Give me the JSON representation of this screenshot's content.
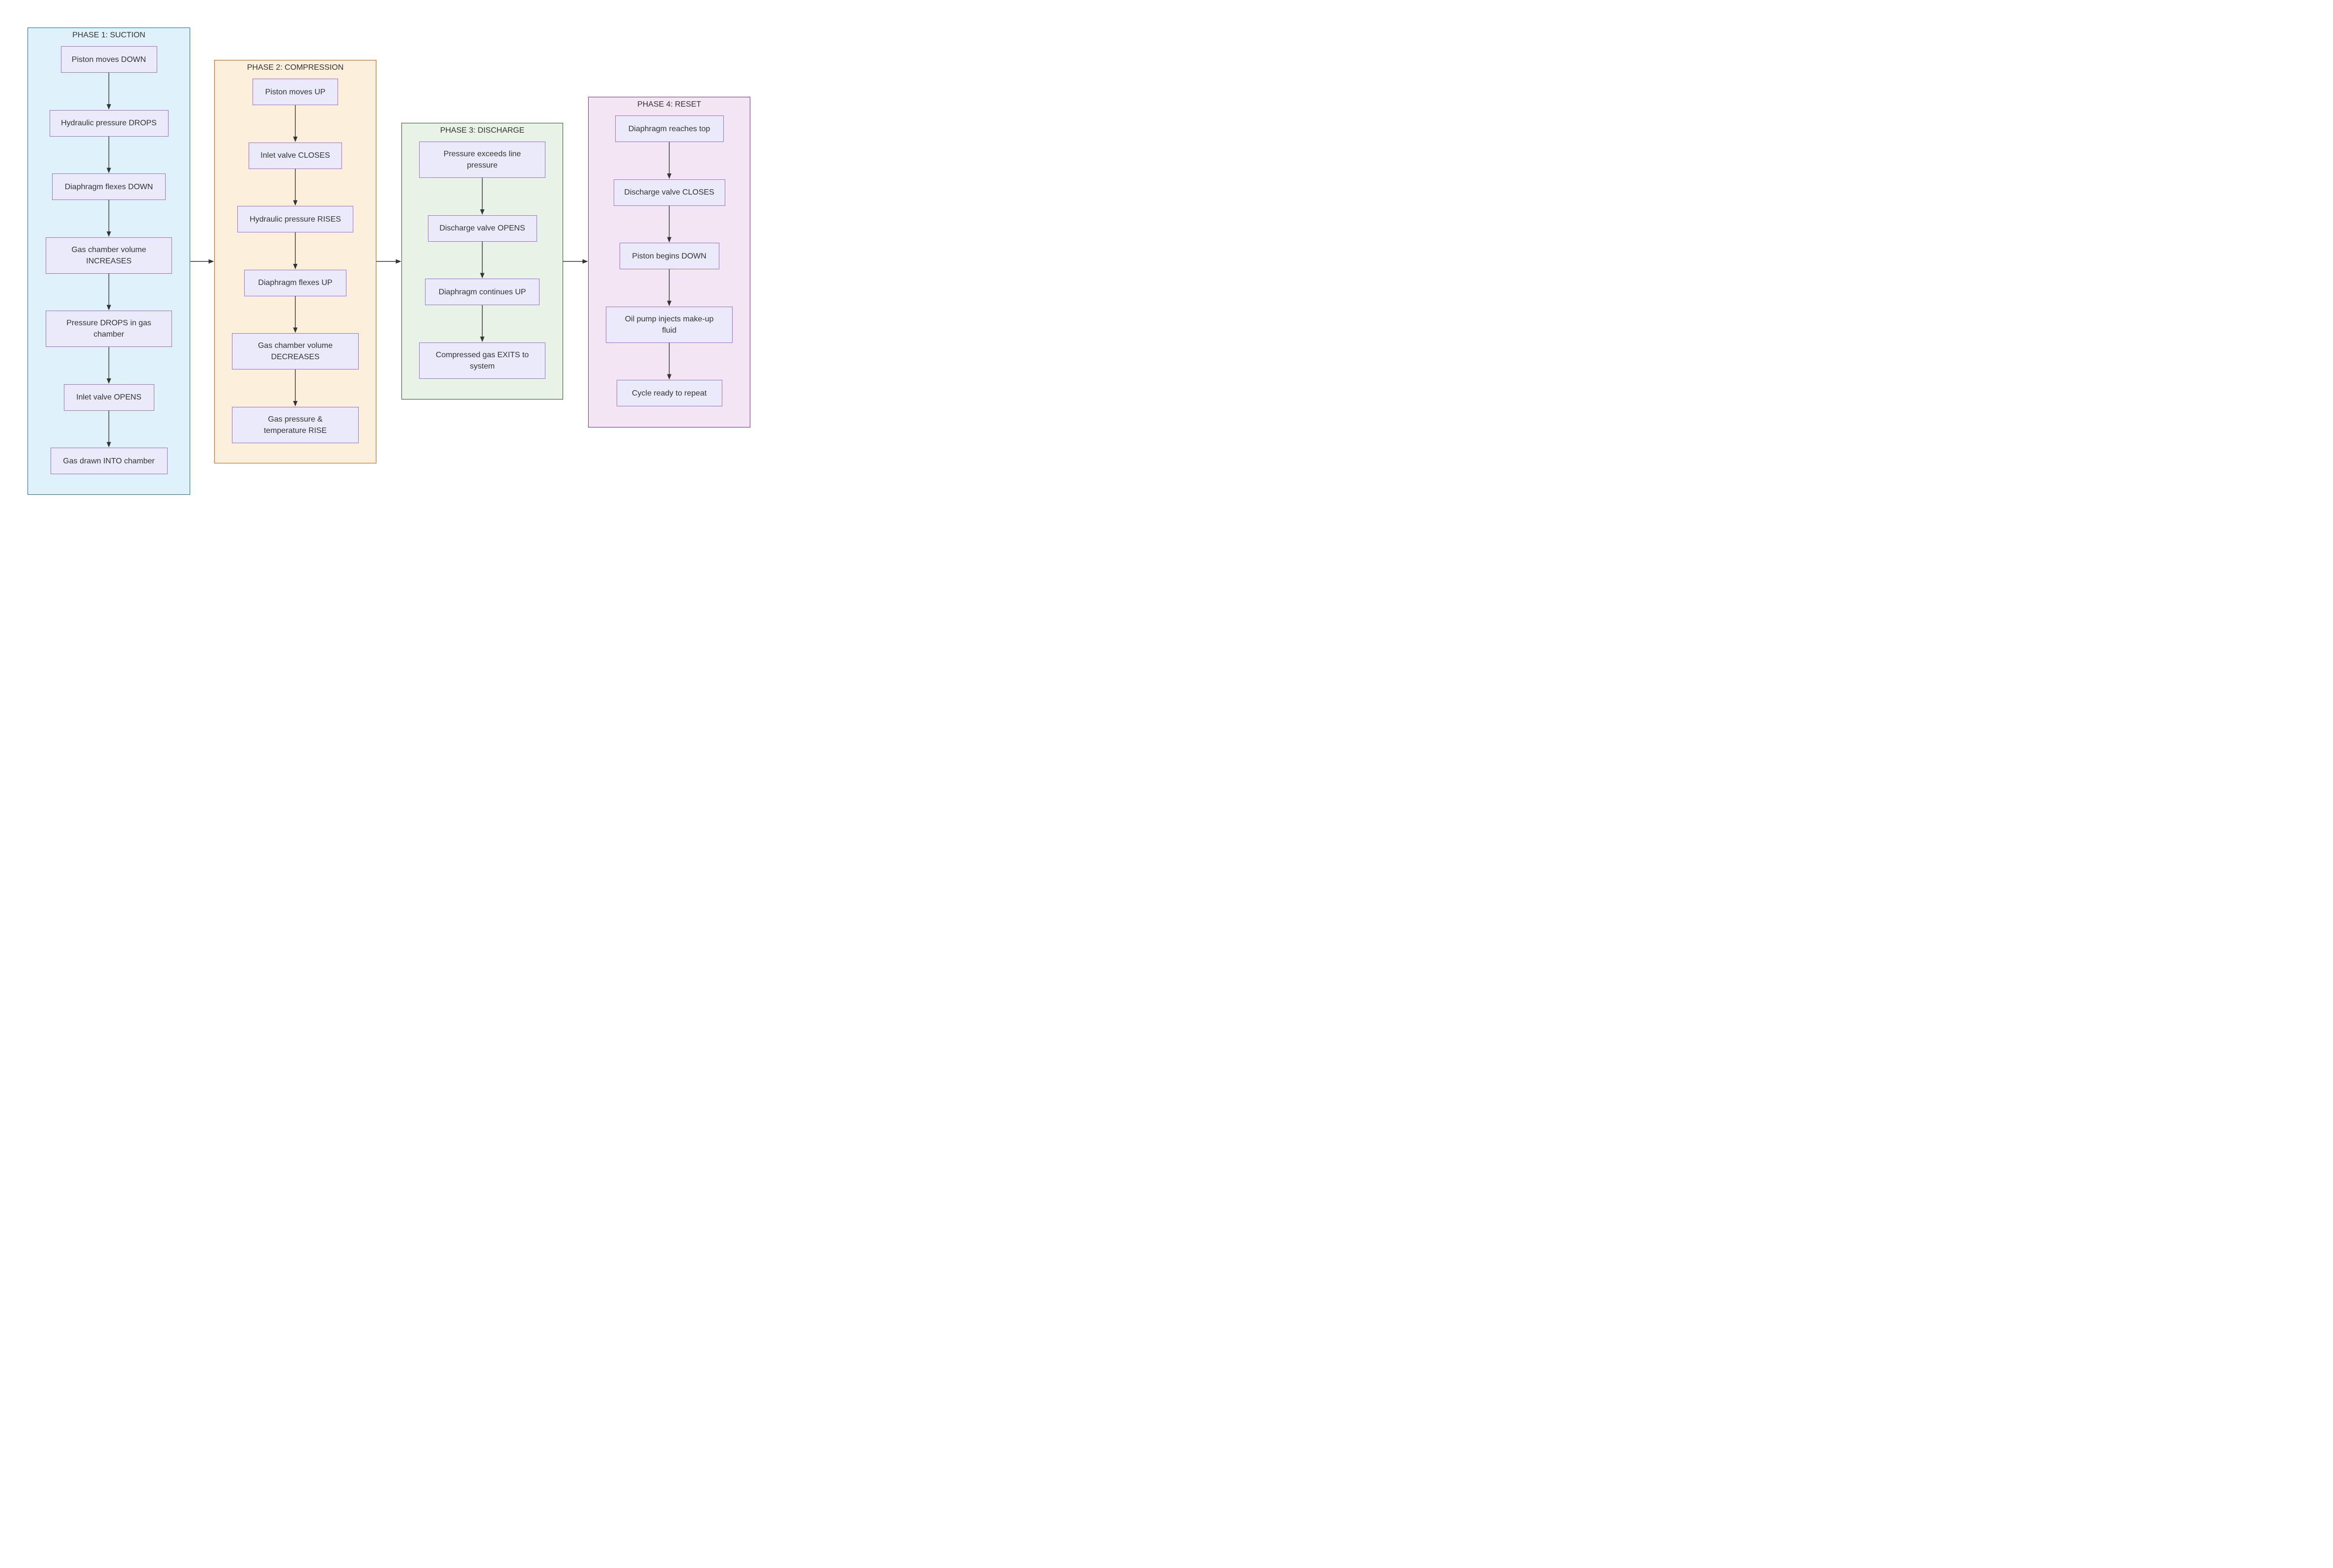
{
  "diagram": {
    "type": "flowchart",
    "description": "Diaphragm compressor operating cycle in four sequential phases",
    "phases": [
      {
        "title": "PHASE 1: SUCTION",
        "fill": "#dff2fb",
        "border": "#1769a0",
        "steps": [
          "Piston moves DOWN",
          "Hydraulic pressure DROPS",
          "Diaphragm flexes DOWN",
          "Gas chamber volume\nINCREASES",
          "Pressure DROPS in gas\nchamber",
          "Inlet valve OPENS",
          "Gas drawn INTO chamber"
        ]
      },
      {
        "title": "PHASE 2: COMPRESSION",
        "fill": "#fcf0dc",
        "border": "#e2580e",
        "steps": [
          "Piston moves UP",
          "Inlet valve CLOSES",
          "Hydraulic pressure RISES",
          "Diaphragm flexes UP",
          "Gas chamber volume\nDECREASES",
          "Gas pressure &\ntemperature RISE"
        ]
      },
      {
        "title": "PHASE 3: DISCHARGE",
        "fill": "#e9f2e6",
        "border": "#235b28",
        "steps": [
          "Pressure exceeds line\npressure",
          "Discharge valve OPENS",
          "Diaphragm continues UP",
          "Compressed gas EXITS to\nsystem"
        ]
      },
      {
        "title": "PHASE 4: RESET",
        "fill": "#f4e5f5",
        "border": "#6a2ca5",
        "steps": [
          "Diaphragm reaches top",
          "Discharge valve CLOSES",
          "Piston begins DOWN",
          "Oil pump injects make-up\nfluid",
          "Cycle ready to repeat"
        ]
      }
    ],
    "phase_connections": [
      {
        "from": "PHASE 1: SUCTION",
        "to": "PHASE 2: COMPRESSION"
      },
      {
        "from": "PHASE 2: COMPRESSION",
        "to": "PHASE 3: DISCHARGE"
      },
      {
        "from": "PHASE 3: DISCHARGE",
        "to": "PHASE 4: RESET"
      }
    ],
    "step_flow": "sequential-within-phase",
    "style": {
      "node_fill": "#eaeafb",
      "node_border": "#9370db",
      "text_color": "#333333",
      "arrow_color": "#333333",
      "background": "#ffffff"
    }
  }
}
